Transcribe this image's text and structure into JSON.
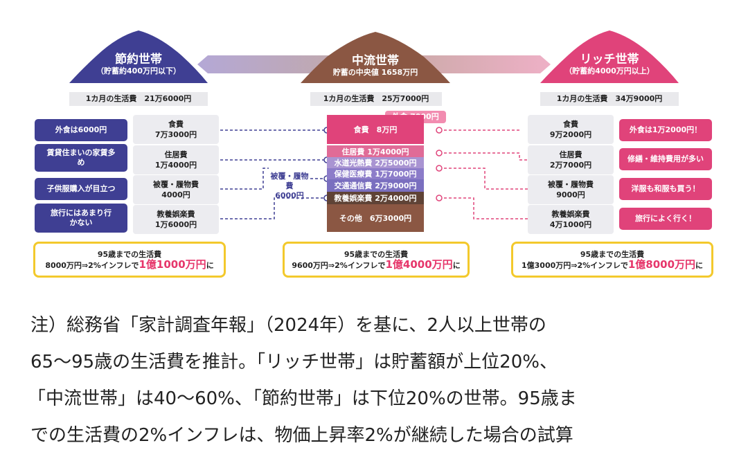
{
  "households": {
    "left": {
      "title": "節約世帯",
      "subtitle": "（貯蓄約400万円以下）",
      "monthly": "1カ月の生活費　21万6000円",
      "notes": [
        "外食は6000円",
        "賃貸住まいの家賃多め",
        "子供服購入が目立つ",
        "旅行にはあまり行かない"
      ],
      "categories": [
        {
          "name": "食費",
          "value": "7万3000円"
        },
        {
          "name": "住居費",
          "value": "1万4000円"
        },
        {
          "name": "被覆・履物費",
          "value": "4000円"
        },
        {
          "name": "教養娯楽費",
          "value": "1万6000円"
        }
      ],
      "total_label": "95歳までの生活費",
      "total_line": "8000万円⇒2%インフレで",
      "total_big": "1億1000万円",
      "total_suffix": "に"
    },
    "center": {
      "title": "中流世帯",
      "subtitle": "貯蓄の中央値 1658万円",
      "monthly": "1カ月の生活費　25万7000円",
      "eating_out": "外食 7000円",
      "clothing_label": "被覆・履物費",
      "clothing_value": "6000円",
      "bars": [
        {
          "label": "食費　8万円"
        },
        {
          "label": "住居費 1万4000円"
        },
        {
          "label": "水道光熱費 2万5000円"
        },
        {
          "label": "保健医療費 1万7000円"
        },
        {
          "label": "交通通信費 2万9000円"
        },
        {
          "label": "教養娯楽費 2万4000円"
        },
        {
          "label": "その他　6万3000円"
        }
      ],
      "total_label": "95歳までの生活費",
      "total_line": "9600万円⇒2%インフレで",
      "total_big": "1億4000万円",
      "total_suffix": "に"
    },
    "right": {
      "title": "リッチ世帯",
      "subtitle": "（貯蓄約4000万円以上）",
      "monthly": "1カ月の生活費　34万9000円",
      "notes": [
        "外食は1万2000円！",
        "修繕・維持費用が多い",
        "洋服も和服も買う！",
        "旅行によく行く！"
      ],
      "categories": [
        {
          "name": "食費",
          "value": "9万2000円"
        },
        {
          "name": "住居費",
          "value": "2万7000円"
        },
        {
          "name": "被覆・履物費",
          "value": "9000円"
        },
        {
          "name": "教養娯楽費",
          "value": "4万1000円"
        }
      ],
      "total_label": "95歳までの生活費",
      "total_line": "1億3000万円⇒2%インフレで",
      "total_big": "1億8000万円",
      "total_suffix": "に"
    }
  },
  "caption": [
    "注）総務省「家計調査年報」（2024年）を基に、2人以上世帯の",
    "65〜95歳の生活費を推計。「リッチ世帯」は貯蓄額が上位20%、",
    "「中流世帯」は40〜60%、「節約世帯」は下位20%の世帯。95歳ま",
    "での生活費の2%インフレは、物価上昇率2%が継続した場合の試算"
  ],
  "colors": {
    "left": "#3f3f93",
    "center": "#8b5743",
    "right": "#e0437a",
    "total_border": "#f3c92c"
  }
}
